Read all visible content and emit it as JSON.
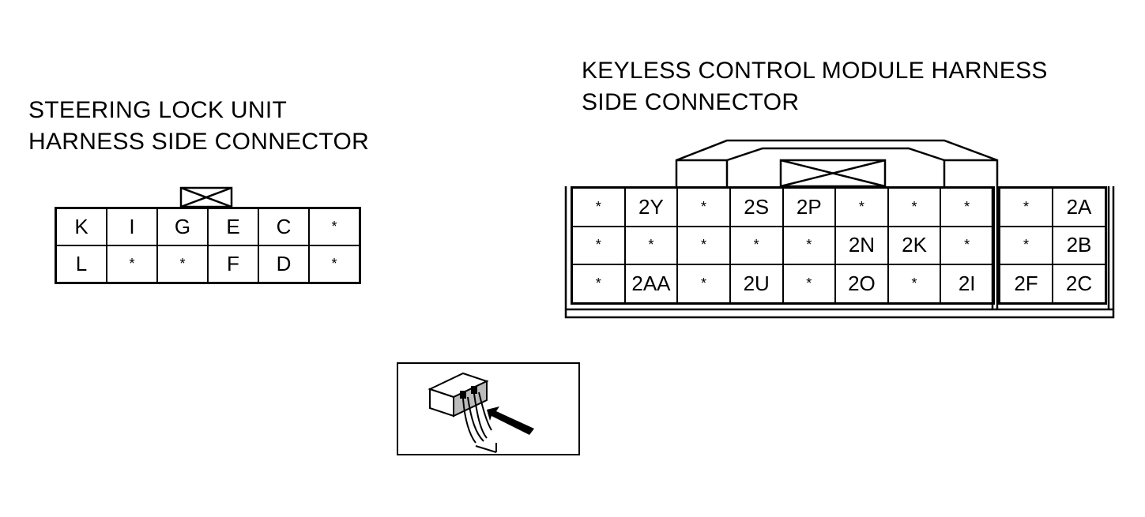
{
  "steering_lock": {
    "title_line1": "STEERING LOCK UNIT",
    "title_line2": "HARNESS SIDE CONNECTOR",
    "pins": [
      "K",
      "I",
      "G",
      "E",
      "C",
      "*",
      "L",
      "*",
      "*",
      "F",
      "D",
      "*"
    ]
  },
  "keyless_module": {
    "title_line1": "KEYLESS CONTROL MODULE HARNESS",
    "title_line2": "SIDE CONNECTOR",
    "pins_main": [
      "*",
      "2Y",
      "*",
      "2S",
      "2P",
      "*",
      "*",
      "*",
      "*",
      "*",
      "*",
      "*",
      "*",
      "2N",
      "2K",
      "*",
      "*",
      "2AA",
      "*",
      "2U",
      "*",
      "2O",
      "*",
      "2I"
    ],
    "pins_right": [
      "*",
      "2A",
      "*",
      "2B",
      "2F",
      "2C"
    ]
  },
  "icons": {
    "connector_view": "harness-connector-probe-icon"
  }
}
